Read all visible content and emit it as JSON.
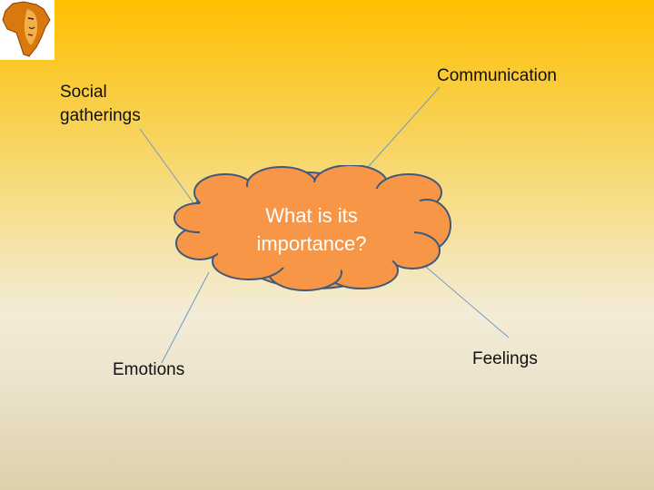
{
  "center": {
    "line1": "What is its",
    "line2": "importance?"
  },
  "nodes": {
    "social_line1": "Social",
    "social_line2": "gatherings",
    "communication": "Communication",
    "emotions": "Emotions",
    "feelings": "Feelings"
  },
  "colors": {
    "cloud_fill": "#f79646",
    "cloud_stroke": "#41597a",
    "connector": "#6f9ac4"
  },
  "logo_icon": "africa-map-mask-icon"
}
